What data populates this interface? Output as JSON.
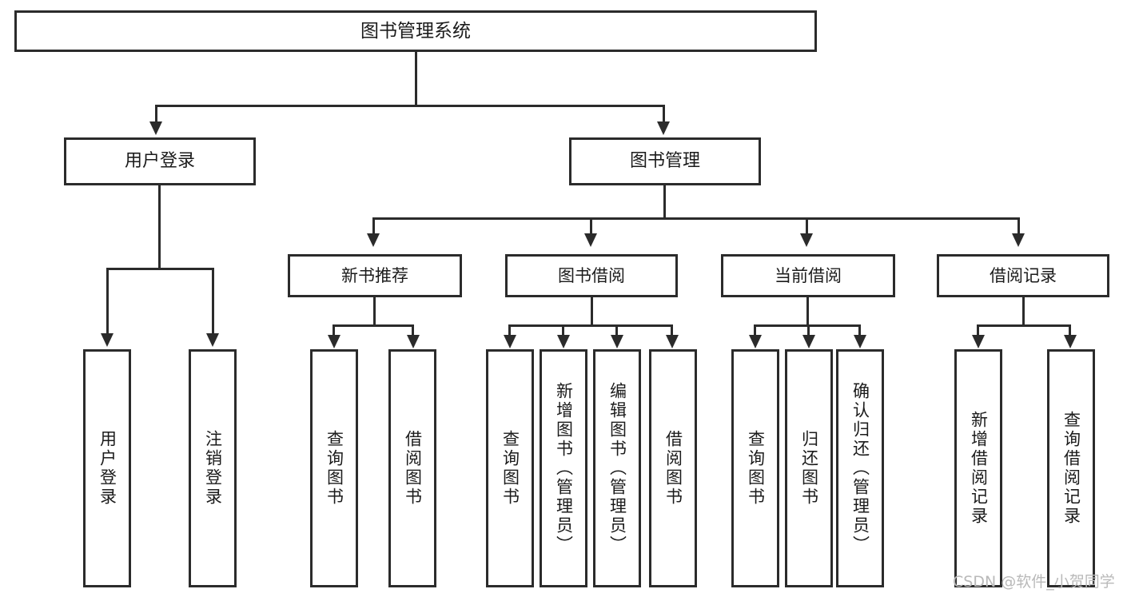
{
  "diagram": {
    "type": "tree-hierarchy-functional-decomposition",
    "root": {
      "label": "图书管理系统"
    },
    "level2": [
      {
        "label": "用户登录"
      },
      {
        "label": "图书管理"
      }
    ],
    "level3": [
      {
        "label": "新书推荐"
      },
      {
        "label": "图书借阅"
      },
      {
        "label": "当前借阅"
      },
      {
        "label": "借阅记录"
      }
    ],
    "leaves": {
      "user_login": [
        {
          "label": "用户登录"
        },
        {
          "label": "注销登录"
        }
      ],
      "new_book_recommend": [
        {
          "label": "查询图书"
        },
        {
          "label": "借阅图书"
        }
      ],
      "book_borrow": [
        {
          "label": "查询图书"
        },
        {
          "label": "新增图书（管理员）"
        },
        {
          "label": "编辑图书（管理员）"
        },
        {
          "label": "借阅图书"
        }
      ],
      "current_borrow": [
        {
          "label": "查询图书"
        },
        {
          "label": "归还图书"
        },
        {
          "label": "确认归还（管理员）"
        }
      ],
      "borrow_records": [
        {
          "label": "新增借阅记录"
        },
        {
          "label": "查询借阅记录"
        }
      ]
    }
  },
  "watermark": {
    "text": "CSDN @软件_小贺同学"
  },
  "colors": {
    "stroke": "#2b2b2b",
    "text": "#1b1b1b",
    "background": "#ffffff",
    "watermark": "#b9b9b9"
  }
}
